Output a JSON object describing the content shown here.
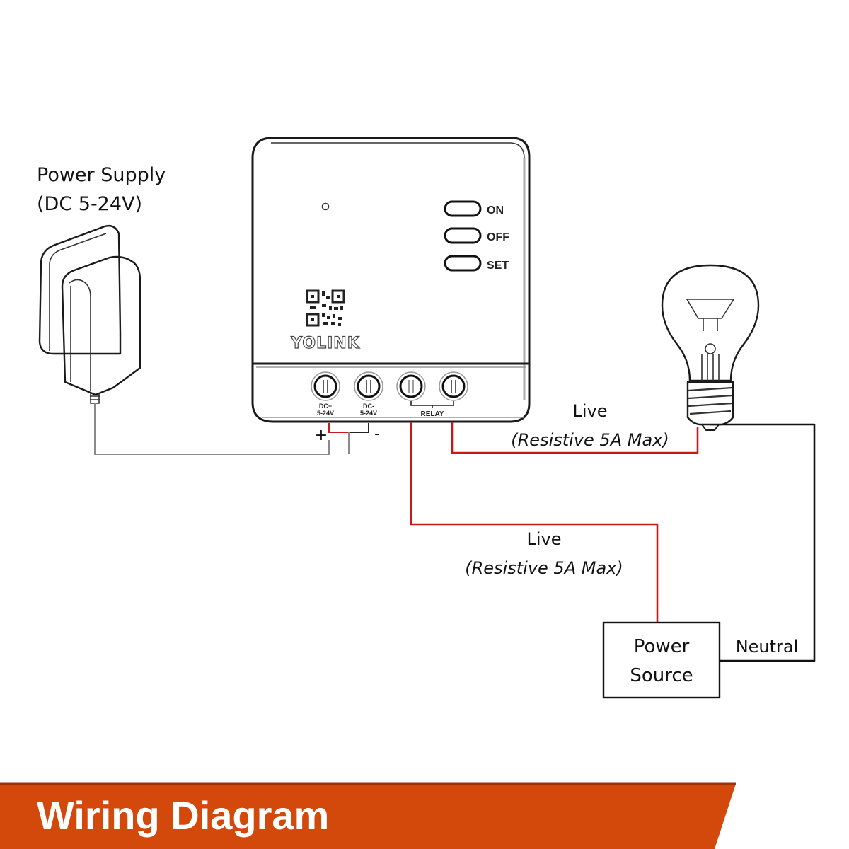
{
  "power_supply": {
    "title_line1": "Power Supply",
    "title_line2": "(DC 5-24V)"
  },
  "device": {
    "brand": "YOLINK",
    "buttons": [
      {
        "label": "ON"
      },
      {
        "label": "OFF"
      },
      {
        "label": "SET"
      }
    ],
    "terminals": [
      {
        "label_line1": "DC+",
        "label_line2": "5-24V"
      },
      {
        "label_line1": "DC-",
        "label_line2": "5-24V"
      },
      {
        "label_line1": "",
        "label_line2": ""
      },
      {
        "label_line1": "",
        "label_line2": ""
      }
    ],
    "relay_label": "RELAY",
    "plus_sign": "+",
    "minus_sign": "-"
  },
  "wires": {
    "live_top": {
      "title": "Live",
      "subtitle": "(Resistive 5A Max)",
      "color": "#c41a1a"
    },
    "live_bottom": {
      "title": "Live",
      "subtitle": "(Resistive 5A Max)",
      "color": "#c41a1a"
    },
    "neutral": {
      "title": "Neutral",
      "color": "#111111"
    }
  },
  "power_source": {
    "line1": "Power",
    "line2": "Source"
  },
  "banner": {
    "title": "Wiring Diagram",
    "color": "#d2490b"
  }
}
